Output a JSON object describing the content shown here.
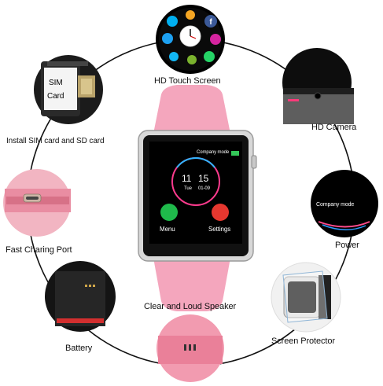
{
  "features": {
    "hd_touch_screen": "HD Touch Screen",
    "hd_camera": "HD Camera",
    "install_sim_sd": "Install SIM card and SD card",
    "fast_charging_port": "Fast  Charing Port",
    "power": "Power",
    "clear_loud_speaker": "Clear and Loud Speaker",
    "battery": "Battery",
    "screen_protector": "Screen Protector"
  },
  "sim_card_text": {
    "line1": "SIM",
    "line2": "Card"
  },
  "watch": {
    "mode_text": "Company mode",
    "time_hour": "11",
    "time_minute": "15",
    "day": "Tue",
    "date": "01-09",
    "menu_label": "Menu",
    "settings_label": "Settings"
  },
  "power_mode_text": "Company mode",
  "colors": {
    "strap": "#f4a6bd",
    "bezel": "#c9c9c9",
    "screen": "#000000",
    "ring": "#000000",
    "green_button": "#1fba4b",
    "red_button": "#e6372f"
  },
  "icons": [
    "facebook-icon",
    "twitter-icon",
    "clock-icon",
    "skype-icon",
    "instagram-icon",
    "whatsapp-icon",
    "qq-icon",
    "settings-icon"
  ]
}
